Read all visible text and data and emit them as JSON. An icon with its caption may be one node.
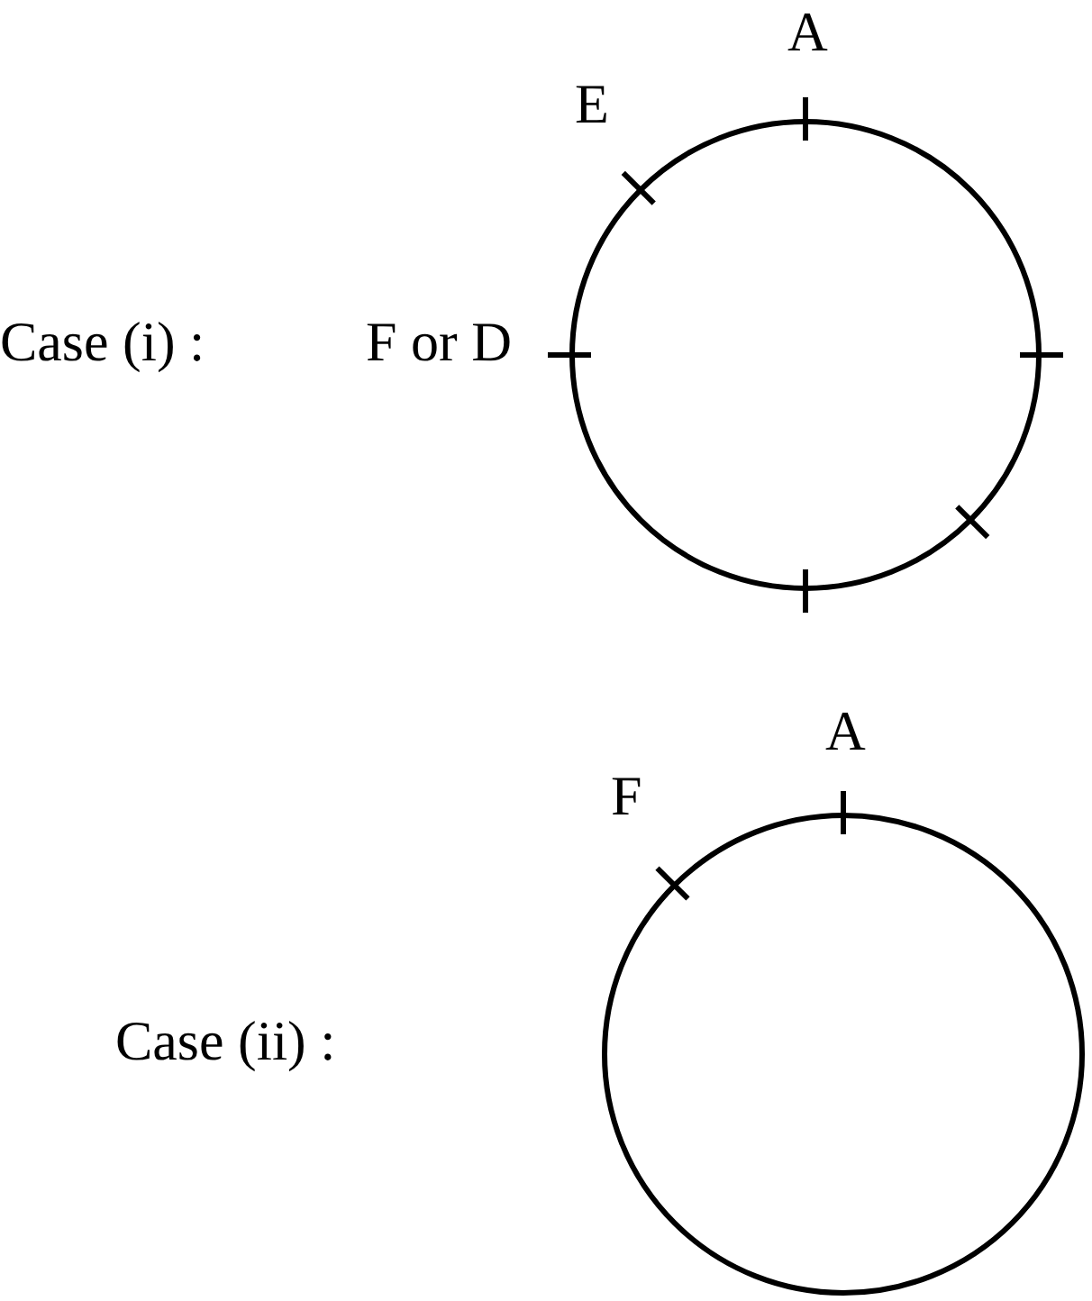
{
  "diagram": {
    "nodes": [
      {
        "text": [],
        "shape": "circle",
        "beside": [
          "A",
          "E",
          "F or D"
        ]
      },
      {
        "text": [],
        "shape": "circle",
        "beside": [
          "A",
          "F"
        ]
      }
    ],
    "labels": [
      "Case (i) :",
      "Case (ii) :"
    ]
  }
}
